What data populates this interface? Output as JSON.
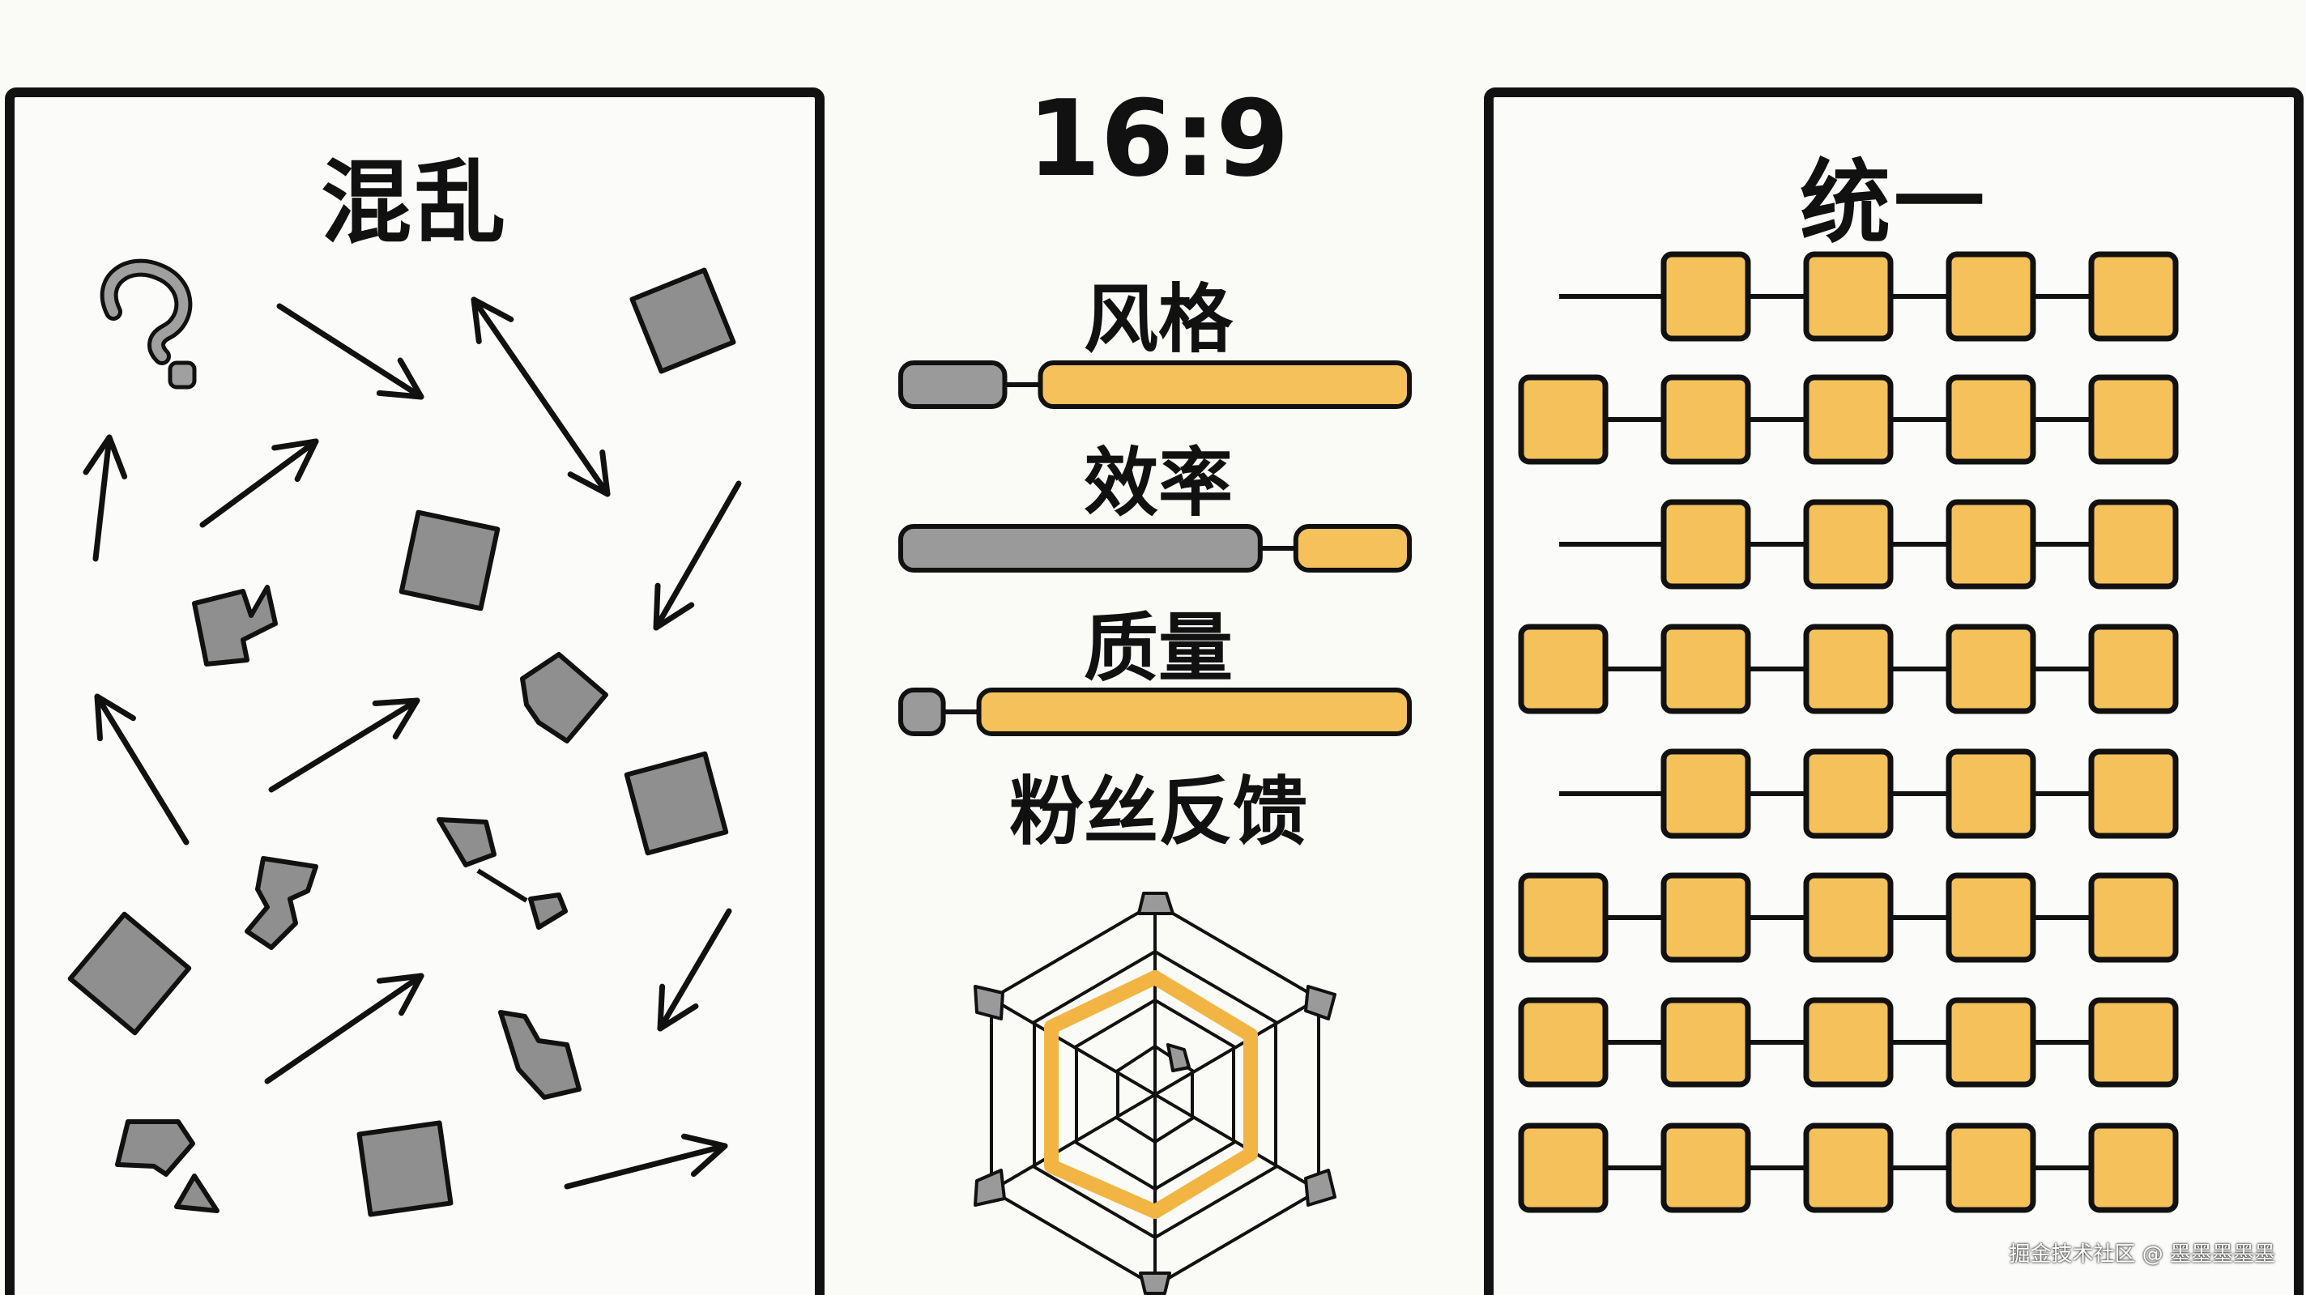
{
  "left_panel": {
    "title": "混乱"
  },
  "center": {
    "ratio_title": "16:9",
    "metrics": [
      {
        "label": "风格",
        "gray_fraction": 0.22
      },
      {
        "label": "效率",
        "gray_fraction": 0.76
      },
      {
        "label": "质量",
        "gray_fraction": 0.09
      },
      {
        "label": "粉丝反馈"
      }
    ]
  },
  "right_panel": {
    "title": "统一"
  },
  "watermark": "掘金技术社区 @ 墨墨墨墨墨",
  "colors": {
    "accent": "#f5c15a",
    "gray": "#9a9a9a",
    "ink": "#111111",
    "background": "#fafaf7"
  }
}
